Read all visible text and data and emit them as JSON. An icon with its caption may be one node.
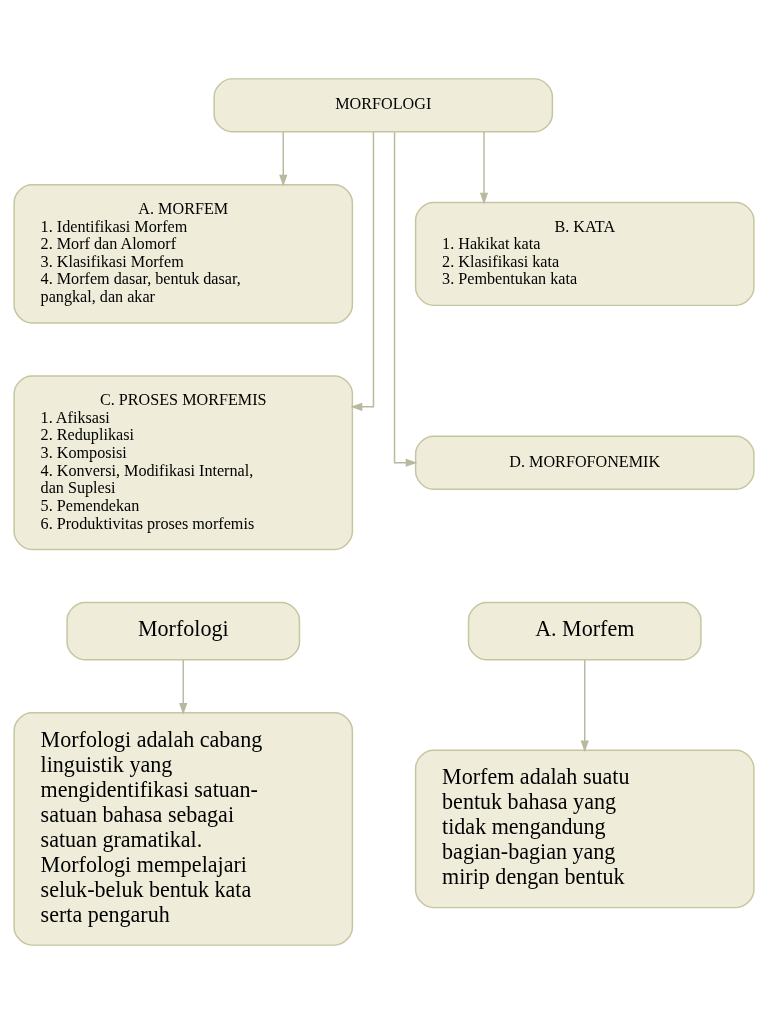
{
  "diagram": {
    "nodes": [
      {
        "text": [
          "MORFOLOGI"
        ]
      },
      {
        "text": [
          "A. MORFEM",
          "1. Identifikasi Morfem",
          "2. Morf dan Alomorf",
          "3. Klasifikasi Morfem",
          "4. Morfem dasar, bentuk dasar, pangkal, dan akar"
        ]
      },
      {
        "text": [
          "B. KATA",
          "1. Hakikat kata",
          "2. Klasifikasi kata",
          "3. Pembentukan kata"
        ]
      },
      {
        "text": [
          "C. PROSES MORFEMIS",
          "1. Afiksasi",
          "2. Reduplikasi",
          "3. Komposisi",
          "4. Konversi, Modifikasi Internal, dan Suplesi",
          "5. Pemendekan",
          "6. Produktivitas proses morfemis"
        ]
      },
      {
        "text": [
          "D. MORFOFONEMIK"
        ]
      },
      {
        "text": [
          "Morfologi"
        ]
      },
      {
        "text": [
          "A. Morfem"
        ]
      },
      {
        "text": [
          "Morfologi adalah cabang linguistik yang mengidentifikasi satuan-satuan bahasa sebagai satuan gramatikal. Morfologi mempelajari seluk-beluk bentuk kata serta pengaruh"
        ]
      },
      {
        "text": [
          "Morfem adalah suatu bentuk bahasa yang tidak mengandung bagian-bagian yang mirip dengan bentuk"
        ]
      }
    ],
    "edges": [
      {
        "from": 0,
        "to": 1,
        "arrow": "to"
      },
      {
        "from": 0,
        "to": 2,
        "arrow": "to"
      },
      {
        "from": 0,
        "to": 3,
        "arrow": "to"
      },
      {
        "from": 0,
        "to": 4,
        "arrow": "to"
      },
      {
        "from": 5,
        "to": 7,
        "arrow": "to"
      },
      {
        "from": 6,
        "to": 8,
        "arrow": "to"
      }
    ]
  }
}
